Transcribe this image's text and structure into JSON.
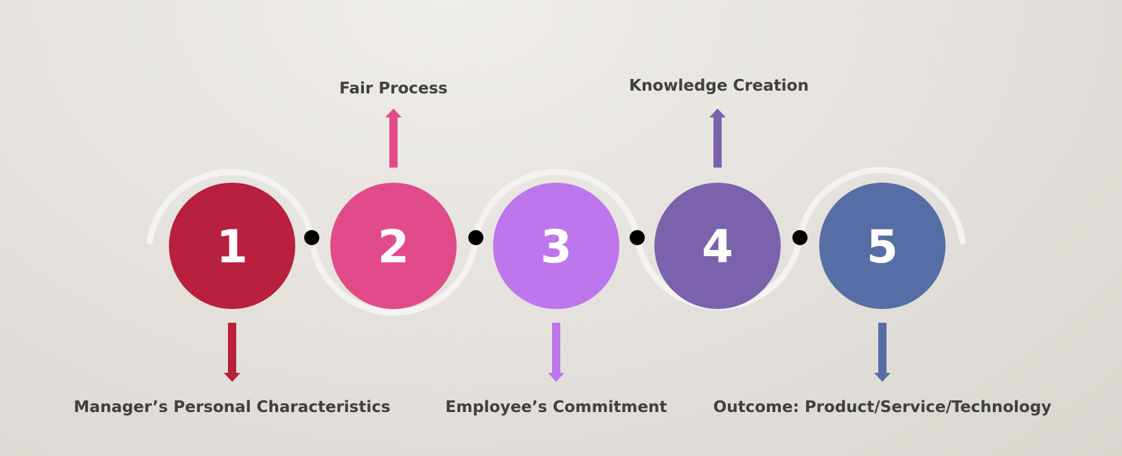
{
  "steps": [
    {
      "number": "1",
      "label": "Manager’s Personal Characteristics",
      "color": "#b91f3f",
      "label_side": "bottom"
    },
    {
      "number": "2",
      "label": "Fair Process",
      "color": "#e24b8a",
      "label_side": "top"
    },
    {
      "number": "3",
      "label": "Employee’s Commitment",
      "color": "#bd76ec",
      "label_side": "bottom"
    },
    {
      "number": "4",
      "label": "Knowledge Creation",
      "color": "#7b62ac",
      "label_side": "top"
    },
    {
      "number": "5",
      "label": "Outcome: Product/Service/Technology",
      "color": "#566ea5",
      "label_side": "bottom"
    }
  ],
  "colors": {
    "track": "#f4f3f1",
    "connector_dot": "#000000",
    "label_text": "#404040",
    "number_text": "#ffffff"
  }
}
